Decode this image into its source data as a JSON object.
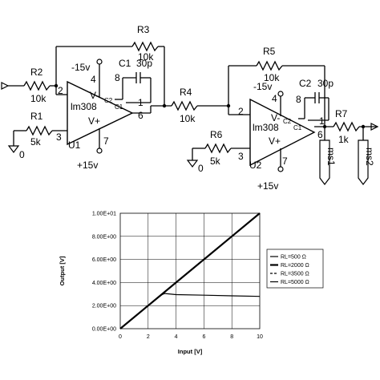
{
  "circuit": {
    "stage1": {
      "r3": {
        "name": "R3",
        "value": "10k"
      },
      "r2": {
        "name": "R2",
        "value": "10k"
      },
      "r1": {
        "name": "R1",
        "value": "5k"
      },
      "c1": {
        "name": "C1",
        "value": "30p"
      },
      "opamp": "lm308",
      "supply_neg": "-15v",
      "supply_pos": "+15v",
      "unit": "U1",
      "ground": "0",
      "vminus": "V-",
      "vplus": "V+",
      "comp1": "C1",
      "comp2": "C2",
      "pins": {
        "p1": "1",
        "p2": "2",
        "p3": "3",
        "p4": "4",
        "p6": "6",
        "p7": "7",
        "p8": "8"
      }
    },
    "r4": {
      "name": "R4",
      "value": "10k"
    },
    "stage2": {
      "r5": {
        "name": "R5",
        "value": "10k"
      },
      "r6": {
        "name": "R6",
        "value": "5k"
      },
      "c2": {
        "name": "C2",
        "value": "30p"
      },
      "r7": {
        "name": "R7",
        "value": "1k"
      },
      "opamp": "lm308",
      "supply_neg": "-15v",
      "supply_pos": "+15v",
      "unit": "U2",
      "ground": "0",
      "vminus": "V-",
      "vplus": "V+",
      "comp1": "C1",
      "comp2": "C2",
      "pins": {
        "p1": "1",
        "p2": "2",
        "p3": "3",
        "p4": "4",
        "p6": "6",
        "p7": "7",
        "p8": "8"
      }
    },
    "probes": {
      "ms1": "ms1",
      "ms2": "ms2"
    }
  },
  "chart_data": {
    "type": "line",
    "xlabel": "Input [V]",
    "ylabel": "Output [V]",
    "xlim": [
      0,
      10
    ],
    "ylim": [
      0,
      10
    ],
    "x_ticks": [
      "0",
      "2",
      "4",
      "6",
      "8",
      "10"
    ],
    "y_ticks": [
      "0.00E+00",
      "2.00E+00",
      "4.00E+00",
      "6.00E+00",
      "8.00E+00",
      "1.00E+01"
    ],
    "grid": true,
    "legend_position": "right",
    "series": [
      {
        "name": "RL=500 Ω",
        "style": "solid-thin",
        "x": [
          0,
          1,
          2,
          2.5,
          3,
          3.2,
          4,
          6,
          8,
          10
        ],
        "y": [
          0,
          1,
          2,
          2.5,
          2.95,
          3.05,
          2.95,
          2.9,
          2.85,
          2.8
        ]
      },
      {
        "name": "RL=2000 Ω",
        "style": "solid-thick",
        "x": [
          0,
          2,
          4,
          6,
          8,
          10
        ],
        "y": [
          0,
          2,
          4,
          6,
          8,
          10
        ]
      },
      {
        "name": "RL=3500 Ω",
        "style": "dashed",
        "x": [
          0,
          2,
          4,
          6,
          8,
          10
        ],
        "y": [
          0,
          2,
          4,
          6,
          8,
          10
        ]
      },
      {
        "name": "RL=5000 Ω",
        "style": "solid-thin",
        "x": [
          0,
          2,
          4,
          6,
          8,
          10
        ],
        "y": [
          0,
          2,
          4,
          6,
          8,
          10
        ]
      }
    ]
  }
}
